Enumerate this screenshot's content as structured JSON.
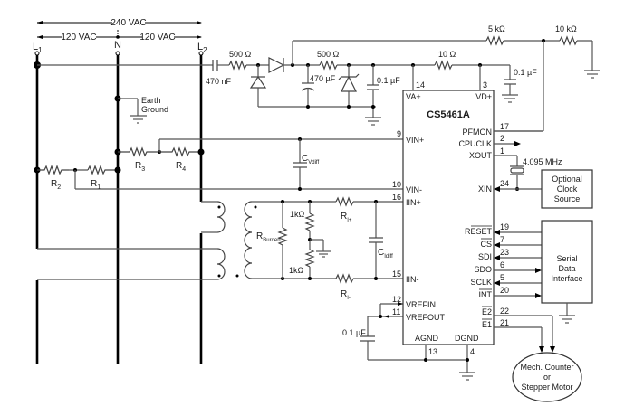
{
  "voltages": {
    "line_to_line": "240 VAC",
    "l1_to_n": "120 VAC",
    "n_to_l2": "120 VAC"
  },
  "lines": {
    "l1": "L",
    "l1_sub": "1",
    "n": "N",
    "l2": "L",
    "l2_sub": "2"
  },
  "earth_ground": [
    "Earth",
    "Ground"
  ],
  "power_supply": {
    "c_input": "470 nF",
    "r_input": "500 Ω",
    "r_filter": "500 Ω",
    "c_bulk": "470 µF",
    "c_decouple": "0.1 µF",
    "r_vd": "10 Ω",
    "c_vd": "0.1 µF",
    "r_pfmon_top": "5 kΩ",
    "r_pfmon_bottom": "10 kΩ"
  },
  "voltage_divider": {
    "r1": "R",
    "r1_sub": "1",
    "r2": "R",
    "r2_sub": "2",
    "r3": "R",
    "r3_sub": "3",
    "r4": "R",
    "r4_sub": "4",
    "c_vdiff": "C",
    "c_vdiff_sub": "Vdiff"
  },
  "current_sense": {
    "r_burden": "R",
    "r_burden_sub": "Burden",
    "r_mid_top": "1kΩ",
    "r_mid_bottom": "1kΩ",
    "r_i_plus": "R",
    "r_i_plus_sub": "I+",
    "r_i_minus": "R",
    "r_i_minus_sub": "I-",
    "c_idiff": "C",
    "c_idiff_sub": "Idiff"
  },
  "vref_cap": "0.1 µF",
  "chip": {
    "name": "CS5461A",
    "pins_left": [
      {
        "num": "9",
        "label": "VIN+"
      },
      {
        "num": "10",
        "label": "VIN-"
      },
      {
        "num": "16",
        "label": "IIN+"
      },
      {
        "num": "15",
        "label": "IIN-"
      },
      {
        "num": "12",
        "label": "VREFIN"
      },
      {
        "num": "11",
        "label": "VREFOUT"
      }
    ],
    "pins_top": [
      {
        "num": "14",
        "label": "VA+"
      },
      {
        "num": "3",
        "label": "VD+"
      }
    ],
    "pins_right": [
      {
        "num": "17",
        "label": "PFMON"
      },
      {
        "num": "2",
        "label": "CPUCLK"
      },
      {
        "num": "1",
        "label": "XOUT"
      },
      {
        "num": "24",
        "label": "XIN"
      },
      {
        "num": "19",
        "label": "RESET"
      },
      {
        "num": "7",
        "label": "CS"
      },
      {
        "num": "23",
        "label": "SDI"
      },
      {
        "num": "6",
        "label": "SDO"
      },
      {
        "num": "5",
        "label": "SCLK"
      },
      {
        "num": "20",
        "label": "INT"
      },
      {
        "num": "22",
        "label": "E2"
      },
      {
        "num": "21",
        "label": "E1"
      }
    ],
    "pins_bottom": [
      {
        "num": "13",
        "label": "AGND"
      },
      {
        "num": "4",
        "label": "DGND"
      }
    ]
  },
  "crystal": "4.095 MHz",
  "clock_box": [
    "Optional",
    "Clock",
    "Source"
  ],
  "serial_box": [
    "Serial",
    "Data",
    "Interface"
  ],
  "counter": [
    "Mech. Counter",
    "or",
    "Stepper Motor"
  ]
}
